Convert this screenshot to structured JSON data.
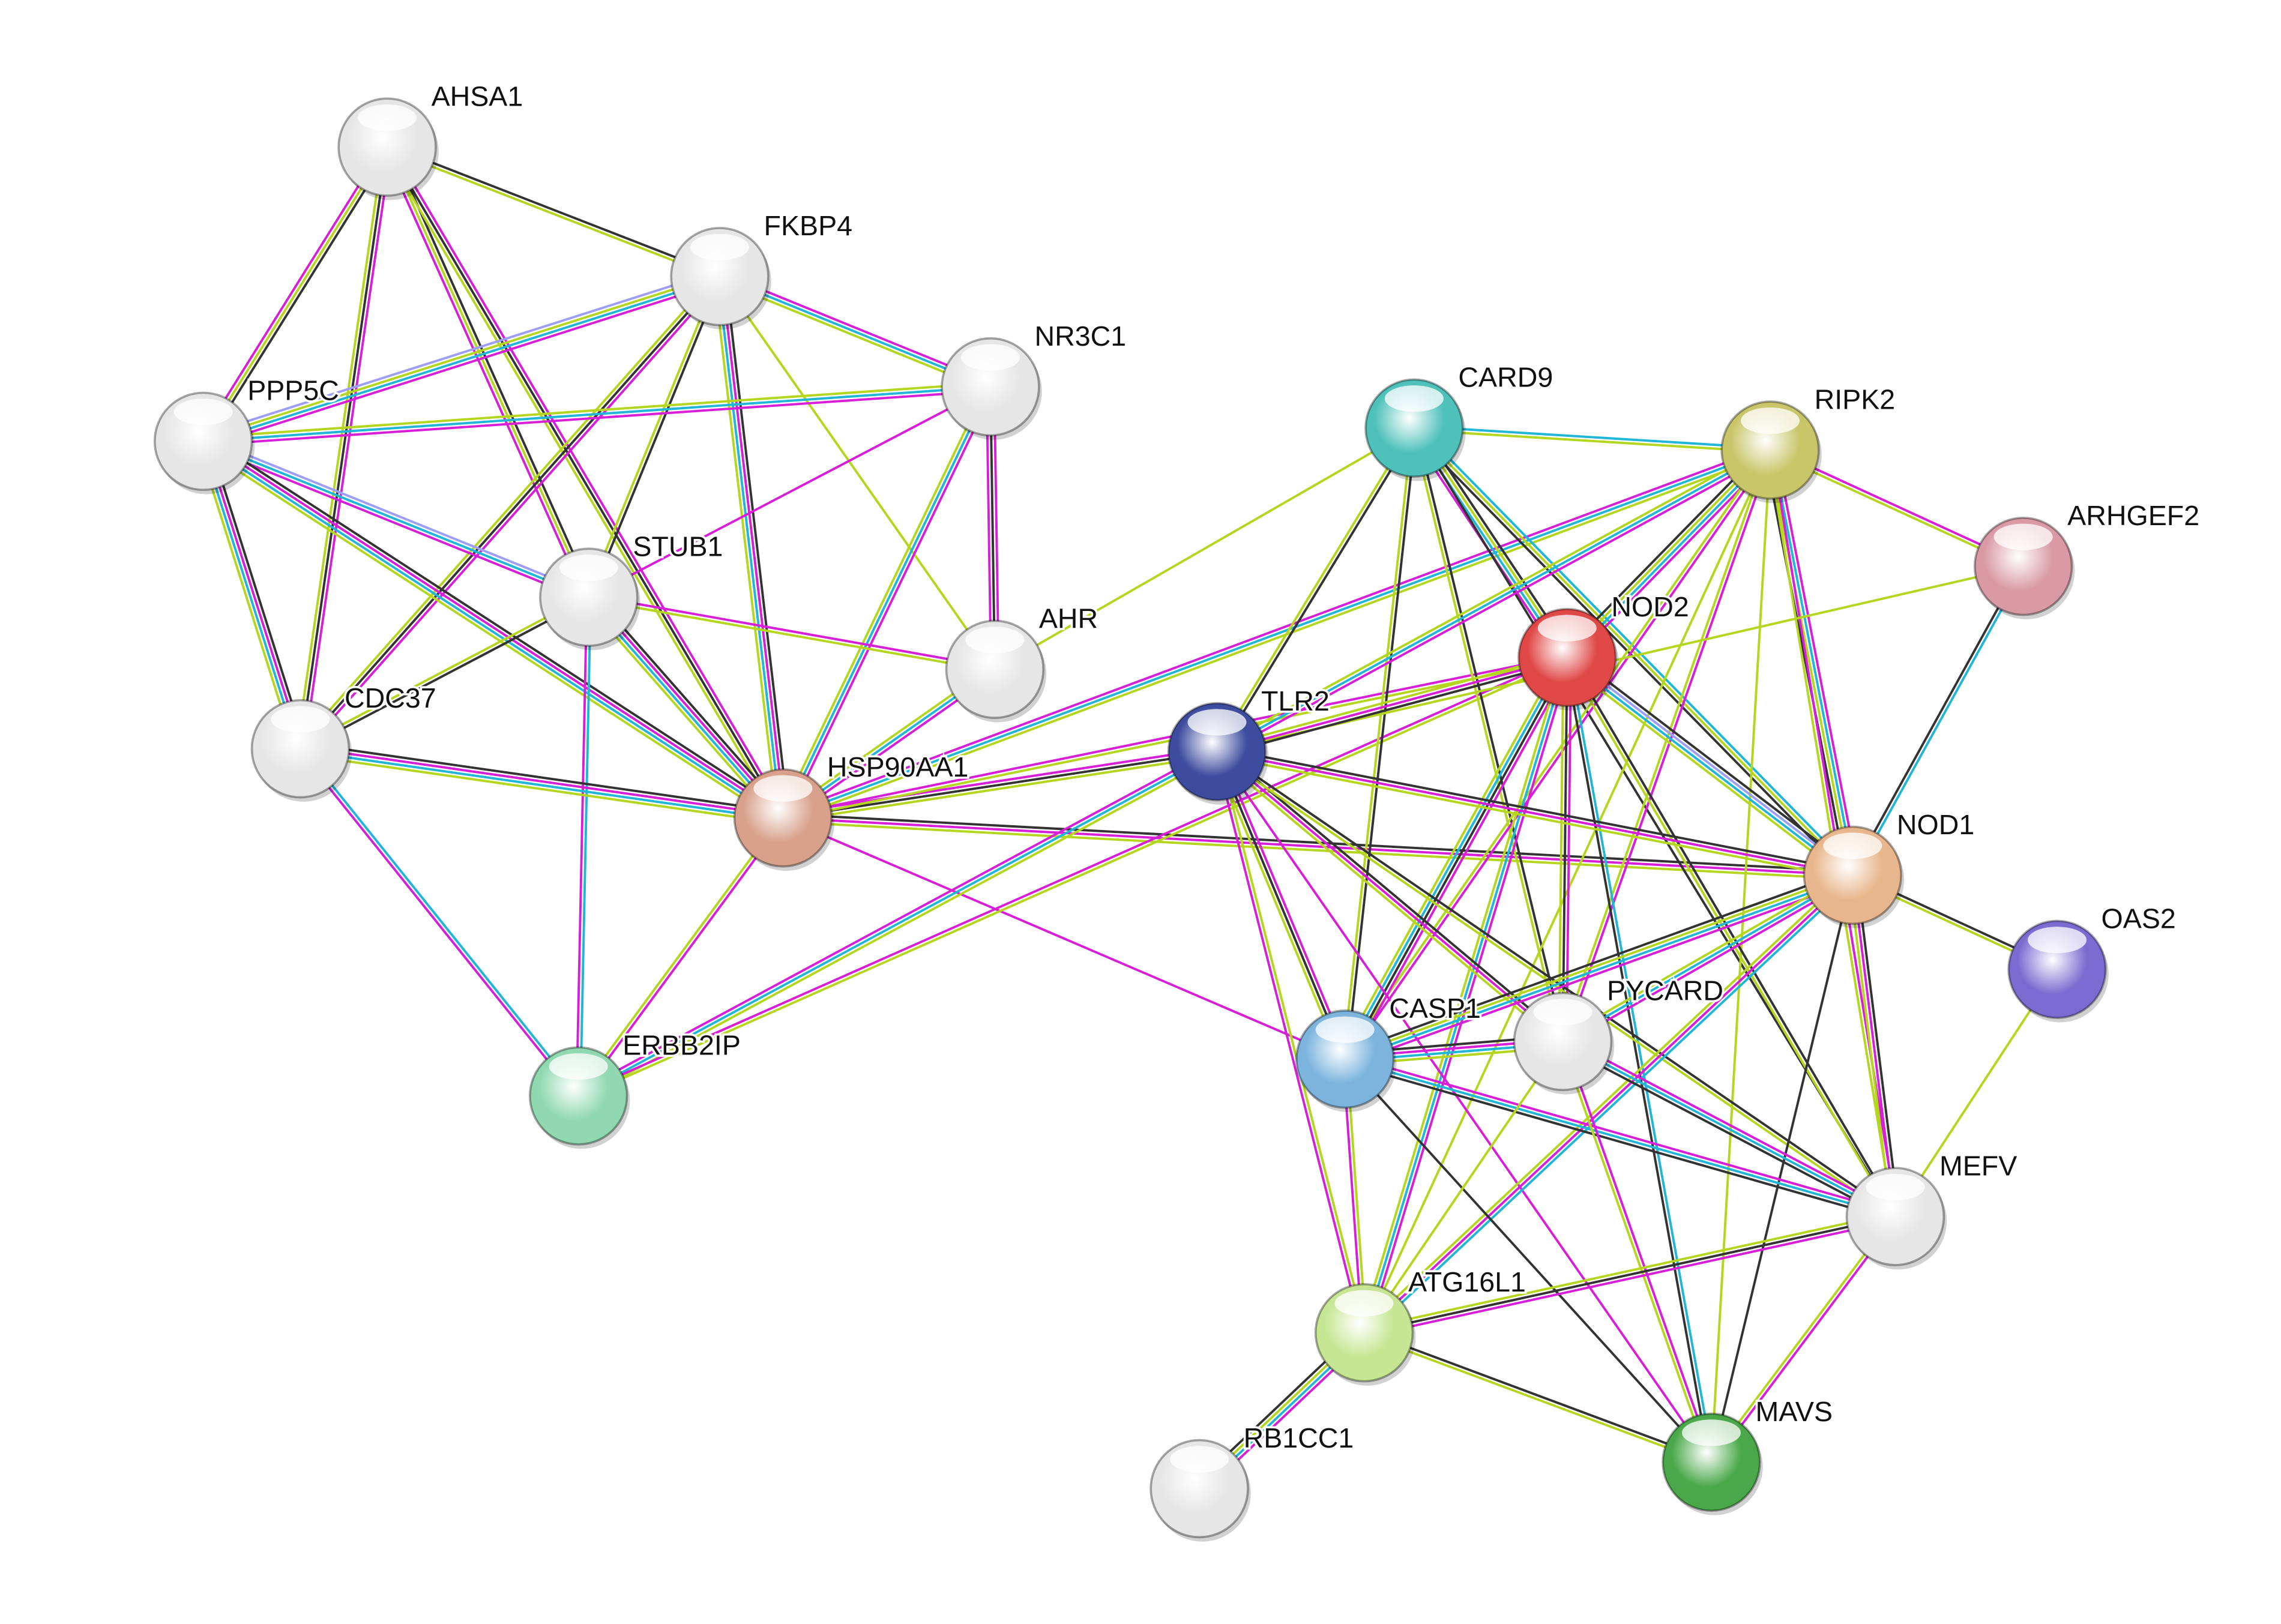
{
  "evidence_colors": {
    "experimental": "#d61fd6",
    "database": "#21b5d6",
    "textmining": "#b5d61f",
    "coexpression": "#333333",
    "homology": "#9e9ef7"
  },
  "nodes": [
    {
      "id": "AHSA1",
      "label": "AHSA1",
      "color": "#e6e6e6"
    },
    {
      "id": "FKBP4",
      "label": "FKBP4",
      "color": "#e6e6e6"
    },
    {
      "id": "NR3C1",
      "label": "NR3C1",
      "color": "#e6e6e6"
    },
    {
      "id": "PPP5C",
      "label": "PPP5C",
      "color": "#e6e6e6"
    },
    {
      "id": "STUB1",
      "label": "STUB1",
      "color": "#e6e6e6"
    },
    {
      "id": "AHR",
      "label": "AHR",
      "color": "#e6e6e6"
    },
    {
      "id": "CDC37",
      "label": "CDC37",
      "color": "#e6e6e6"
    },
    {
      "id": "HSP90AA1",
      "label": "HSP90AA1",
      "color": "#d9a18c"
    },
    {
      "id": "ERBB2IP",
      "label": "ERBB2IP",
      "color": "#8fd8b0"
    },
    {
      "id": "CARD9",
      "label": "CARD9",
      "color": "#4fc1bb"
    },
    {
      "id": "RIPK2",
      "label": "RIPK2",
      "color": "#c9c66a"
    },
    {
      "id": "ARHGEF2",
      "label": "ARHGEF2",
      "color": "#d99aa5"
    },
    {
      "id": "NOD2",
      "label": "NOD2",
      "color": "#e04848"
    },
    {
      "id": "TLR2",
      "label": "TLR2",
      "color": "#3d4c9e"
    },
    {
      "id": "NOD1",
      "label": "NOD1",
      "color": "#e8b68c"
    },
    {
      "id": "OAS2",
      "label": "OAS2",
      "color": "#7b6bd0"
    },
    {
      "id": "CASP1",
      "label": "CASP1",
      "color": "#7cb4de"
    },
    {
      "id": "PYCARD",
      "label": "PYCARD",
      "color": "#e6e6e6"
    },
    {
      "id": "MEFV",
      "label": "MEFV",
      "color": "#e6e6e6"
    },
    {
      "id": "ATG16L1",
      "label": "ATG16L1",
      "color": "#c6e693"
    },
    {
      "id": "RB1CC1",
      "label": "RB1CC1",
      "color": "#e6e6e6"
    },
    {
      "id": "MAVS",
      "label": "MAVS",
      "color": "#4aa84a"
    }
  ],
  "edges": [
    [
      "AHSA1",
      "FKBP4",
      [
        "coexpression",
        "textmining"
      ]
    ],
    [
      "AHSA1",
      "PPP5C",
      [
        "coexpression",
        "textmining",
        "experimental"
      ]
    ],
    [
      "AHSA1",
      "CDC37",
      [
        "experimental",
        "coexpression",
        "textmining"
      ]
    ],
    [
      "AHSA1",
      "STUB1",
      [
        "coexpression",
        "textmining",
        "experimental"
      ]
    ],
    [
      "AHSA1",
      "HSP90AA1",
      [
        "experimental",
        "coexpression",
        "textmining"
      ]
    ],
    [
      "FKBP4",
      "PPP5C",
      [
        "experimental",
        "database",
        "textmining",
        "homology"
      ]
    ],
    [
      "FKBP4",
      "NR3C1",
      [
        "experimental",
        "database",
        "textmining"
      ]
    ],
    [
      "FKBP4",
      "STUB1",
      [
        "coexpression",
        "textmining"
      ]
    ],
    [
      "FKBP4",
      "CDC37",
      [
        "experimental",
        "coexpression",
        "textmining"
      ]
    ],
    [
      "FKBP4",
      "HSP90AA1",
      [
        "coexpression",
        "experimental",
        "database",
        "textmining"
      ]
    ],
    [
      "FKBP4",
      "AHR",
      [
        "textmining"
      ]
    ],
    [
      "NR3C1",
      "PPP5C",
      [
        "experimental",
        "database",
        "textmining"
      ]
    ],
    [
      "NR3C1",
      "AHR",
      [
        "experimental",
        "coexpression",
        "experimental"
      ]
    ],
    [
      "NR3C1",
      "HSP90AA1",
      [
        "experimental",
        "database",
        "textmining"
      ]
    ],
    [
      "NR3C1",
      "STUB1",
      [
        "experimental"
      ]
    ],
    [
      "PPP5C",
      "STUB1",
      [
        "homology",
        "database",
        "experimental"
      ]
    ],
    [
      "PPP5C",
      "CDC37",
      [
        "coexpression",
        "experimental",
        "database",
        "textmining"
      ]
    ],
    [
      "PPP5C",
      "HSP90AA1",
      [
        "coexpression",
        "experimental",
        "database",
        "textmining"
      ]
    ],
    [
      "STUB1",
      "AHR",
      [
        "experimental",
        "textmining"
      ]
    ],
    [
      "STUB1",
      "HSP90AA1",
      [
        "coexpression",
        "experimental",
        "database",
        "textmining"
      ]
    ],
    [
      "STUB1",
      "CDC37",
      [
        "coexpression",
        "textmining"
      ]
    ],
    [
      "STUB1",
      "ERBB2IP",
      [
        "database",
        "experimental"
      ]
    ],
    [
      "CDC37",
      "HSP90AA1",
      [
        "coexpression",
        "experimental",
        "database",
        "textmining"
      ]
    ],
    [
      "CDC37",
      "ERBB2IP",
      [
        "database",
        "experimental"
      ]
    ],
    [
      "AHR",
      "HSP90AA1",
      [
        "experimental",
        "database",
        "textmining"
      ]
    ],
    [
      "AHR",
      "CARD9",
      [
        "textmining"
      ]
    ],
    [
      "HSP90AA1",
      "ERBB2IP",
      [
        "experimental",
        "textmining"
      ]
    ],
    [
      "HSP90AA1",
      "TLR2",
      [
        "experimental",
        "coexpression",
        "textmining"
      ]
    ],
    [
      "HSP90AA1",
      "NOD2",
      [
        "experimental",
        "textmining"
      ]
    ],
    [
      "HSP90AA1",
      "RIPK2",
      [
        "experimental",
        "database",
        "textmining"
      ]
    ],
    [
      "HSP90AA1",
      "NOD1",
      [
        "coexpression",
        "experimental",
        "textmining"
      ]
    ],
    [
      "HSP90AA1",
      "CASP1",
      [
        "experimental"
      ]
    ],
    [
      "ERBB2IP",
      "TLR2",
      [
        "experimental",
        "database",
        "textmining"
      ]
    ],
    [
      "ERBB2IP",
      "NOD2",
      [
        "experimental",
        "textmining"
      ]
    ],
    [
      "CARD9",
      "RIPK2",
      [
        "database",
        "textmining"
      ]
    ],
    [
      "CARD9",
      "NOD2",
      [
        "coexpression",
        "textmining",
        "database",
        "experimental"
      ]
    ],
    [
      "CARD9",
      "TLR2",
      [
        "coexpression",
        "textmining"
      ]
    ],
    [
      "CARD9",
      "NOD1",
      [
        "database",
        "textmining",
        "coexpression"
      ]
    ],
    [
      "CARD9",
      "CASP1",
      [
        "coexpression",
        "textmining"
      ]
    ],
    [
      "CARD9",
      "PYCARD",
      [
        "coexpression",
        "textmining"
      ]
    ],
    [
      "CARD9",
      "MEFV",
      [
        "coexpression"
      ]
    ],
    [
      "RIPK2",
      "ARHGEF2",
      [
        "experimental",
        "textmining"
      ]
    ],
    [
      "RIPK2",
      "NOD2",
      [
        "experimental",
        "database",
        "textmining",
        "coexpression"
      ]
    ],
    [
      "RIPK2",
      "TLR2",
      [
        "experimental",
        "database",
        "textmining"
      ]
    ],
    [
      "RIPK2",
      "NOD1",
      [
        "experimental",
        "database",
        "textmining",
        "coexpression"
      ]
    ],
    [
      "RIPK2",
      "CASP1",
      [
        "experimental",
        "textmining"
      ]
    ],
    [
      "RIPK2",
      "PYCARD",
      [
        "experimental",
        "textmining"
      ]
    ],
    [
      "RIPK2",
      "MEFV",
      [
        "experimental",
        "textmining"
      ]
    ],
    [
      "RIPK2",
      "ATG16L1",
      [
        "textmining"
      ]
    ],
    [
      "RIPK2",
      "MAVS",
      [
        "textmining"
      ]
    ],
    [
      "ARHGEF2",
      "NOD1",
      [
        "database",
        "coexpression"
      ]
    ],
    [
      "ARHGEF2",
      "TLR2",
      [
        "textmining"
      ]
    ],
    [
      "NOD2",
      "TLR2",
      [
        "coexpression",
        "experimental",
        "textmining"
      ]
    ],
    [
      "NOD2",
      "NOD1",
      [
        "coexpression",
        "homology",
        "database",
        "textmining"
      ]
    ],
    [
      "NOD2",
      "CASP1",
      [
        "experimental",
        "coexpression",
        "database",
        "textmining"
      ]
    ],
    [
      "NOD2",
      "PYCARD",
      [
        "experimental",
        "coexpression",
        "textmining"
      ]
    ],
    [
      "NOD2",
      "MEFV",
      [
        "coexpression",
        "textmining"
      ]
    ],
    [
      "NOD2",
      "ATG16L1",
      [
        "experimental",
        "database",
        "textmining"
      ]
    ],
    [
      "NOD2",
      "MAVS",
      [
        "database",
        "coexpression"
      ]
    ],
    [
      "TLR2",
      "NOD1",
      [
        "coexpression",
        "experimental",
        "textmining"
      ]
    ],
    [
      "TLR2",
      "CASP1",
      [
        "experimental",
        "coexpression",
        "textmining"
      ]
    ],
    [
      "TLR2",
      "PYCARD",
      [
        "coexpression",
        "experimental",
        "textmining"
      ]
    ],
    [
      "TLR2",
      "MEFV",
      [
        "coexpression",
        "textmining"
      ]
    ],
    [
      "TLR2",
      "ATG16L1",
      [
        "textmining",
        "experimental"
      ]
    ],
    [
      "TLR2",
      "MAVS",
      [
        "experimental"
      ]
    ],
    [
      "NOD1",
      "OAS2",
      [
        "coexpression",
        "textmining"
      ]
    ],
    [
      "NOD1",
      "CASP1",
      [
        "experimental",
        "database",
        "textmining",
        "coexpression"
      ]
    ],
    [
      "NOD1",
      "PYCARD",
      [
        "experimental",
        "database",
        "textmining"
      ]
    ],
    [
      "NOD1",
      "MEFV",
      [
        "coexpression",
        "experimental",
        "textmining"
      ]
    ],
    [
      "NOD1",
      "ATG16L1",
      [
        "database",
        "experimental",
        "textmining"
      ]
    ],
    [
      "NOD1",
      "MAVS",
      [
        "coexpression"
      ]
    ],
    [
      "OAS2",
      "MEFV",
      [
        "textmining"
      ]
    ],
    [
      "CASP1",
      "PYCARD",
      [
        "coexpression",
        "experimental",
        "database",
        "textmining"
      ]
    ],
    [
      "CASP1",
      "MEFV",
      [
        "experimental",
        "database",
        "coexpression"
      ]
    ],
    [
      "CASP1",
      "ATG16L1",
      [
        "textmining",
        "experimental"
      ]
    ],
    [
      "CASP1",
      "MAVS",
      [
        "coexpression"
      ]
    ],
    [
      "PYCARD",
      "MEFV",
      [
        "experimental",
        "database",
        "coexpression"
      ]
    ],
    [
      "PYCARD",
      "MAVS",
      [
        "experimental",
        "textmining"
      ]
    ],
    [
      "PYCARD",
      "ATG16L1",
      [
        "textmining"
      ]
    ],
    [
      "MEFV",
      "ATG16L1",
      [
        "experimental",
        "coexpression",
        "textmining"
      ]
    ],
    [
      "MEFV",
      "MAVS",
      [
        "experimental",
        "textmining"
      ]
    ],
    [
      "ATG16L1",
      "RB1CC1",
      [
        "experimental",
        "database",
        "textmining",
        "coexpression"
      ]
    ],
    [
      "ATG16L1",
      "MAVS",
      [
        "coexpression",
        "textmining"
      ]
    ]
  ]
}
